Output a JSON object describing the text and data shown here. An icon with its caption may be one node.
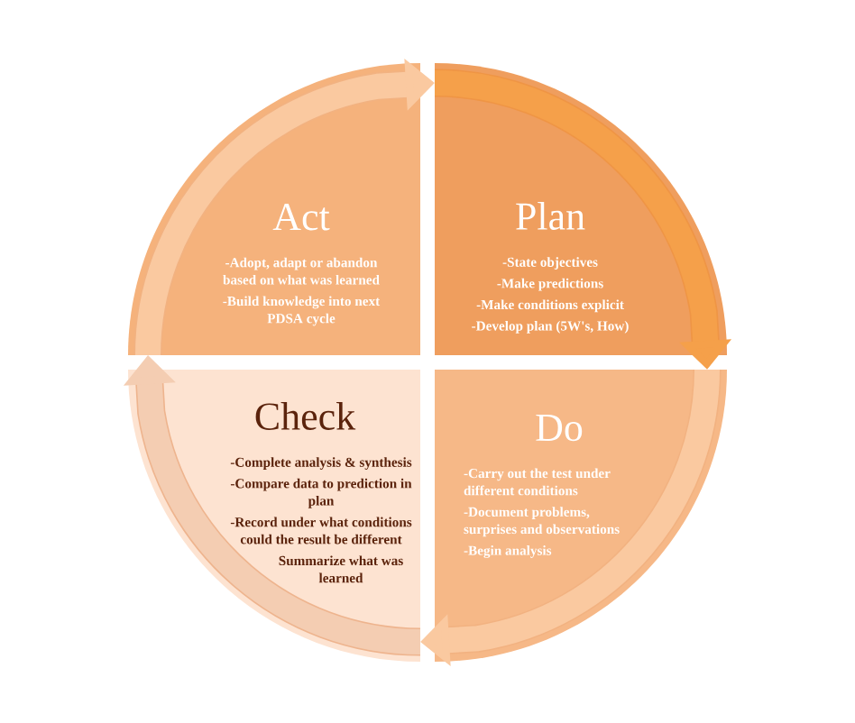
{
  "diagram": {
    "nodes": [
      {
        "text": [
          "Act",
          "-Adopt, adapt or abandon based on what was learned",
          "-Build knowledge into next PDSA cycle"
        ]
      },
      {
        "text": [
          "Plan",
          "-State objectives",
          "-Make predictions",
          "-Make conditions explicit",
          "-Develop plan (5W's, How)"
        ]
      },
      {
        "text": [
          "Check",
          "-Complete analysis & synthesis",
          "-Compare data to prediction in plan",
          "-Record under what conditions could the result be different",
          "Summarize what was learned"
        ]
      },
      {
        "text": [
          "Do",
          "-Carry out the test under different conditions",
          "-Document problems, surprises and observations",
          "-Begin analysis"
        ]
      }
    ],
    "edges": [
      {
        "from": 0,
        "to": 1,
        "arrow": "to"
      },
      {
        "from": 1,
        "to": 3,
        "arrow": "to",
        "color": "#f5a04a"
      },
      {
        "from": 3,
        "to": 2,
        "arrow": "to"
      },
      {
        "from": 2,
        "to": 0,
        "arrow": "to",
        "color": "#f4cdb2"
      }
    ]
  }
}
